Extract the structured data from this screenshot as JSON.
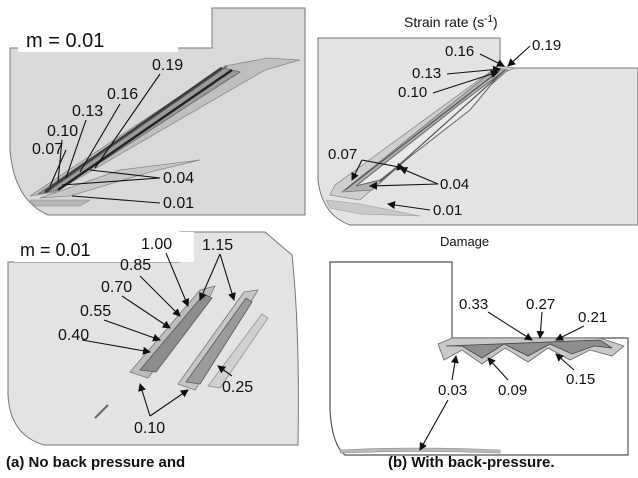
{
  "panel_tl": {
    "m_label": "m = 0.01",
    "contours": [
      "0.19",
      "0.16",
      "0.13",
      "0.10",
      "0.07",
      "0.04",
      "0.01"
    ]
  },
  "panel_tr": {
    "title": "Strain rate (s",
    "title_exp": "-1",
    "title_close": ")",
    "contours": [
      "0.19",
      "0.16",
      "0.13",
      "0.10",
      "0.07",
      "0.04",
      "0.01"
    ]
  },
  "panel_bl": {
    "m_label": "m = 0.01",
    "contours": [
      "1.00",
      "1.15",
      "0.85",
      "0.70",
      "0.55",
      "0.40",
      "0.25",
      "0.10"
    ]
  },
  "panel_br": {
    "title": "Damage",
    "contours": [
      "0.33",
      "0.27",
      "0.21",
      "0.15",
      "0.09",
      "0.03"
    ]
  },
  "captions": {
    "left": "(a) No back pressure and",
    "right": "(b) With back-pressure."
  }
}
